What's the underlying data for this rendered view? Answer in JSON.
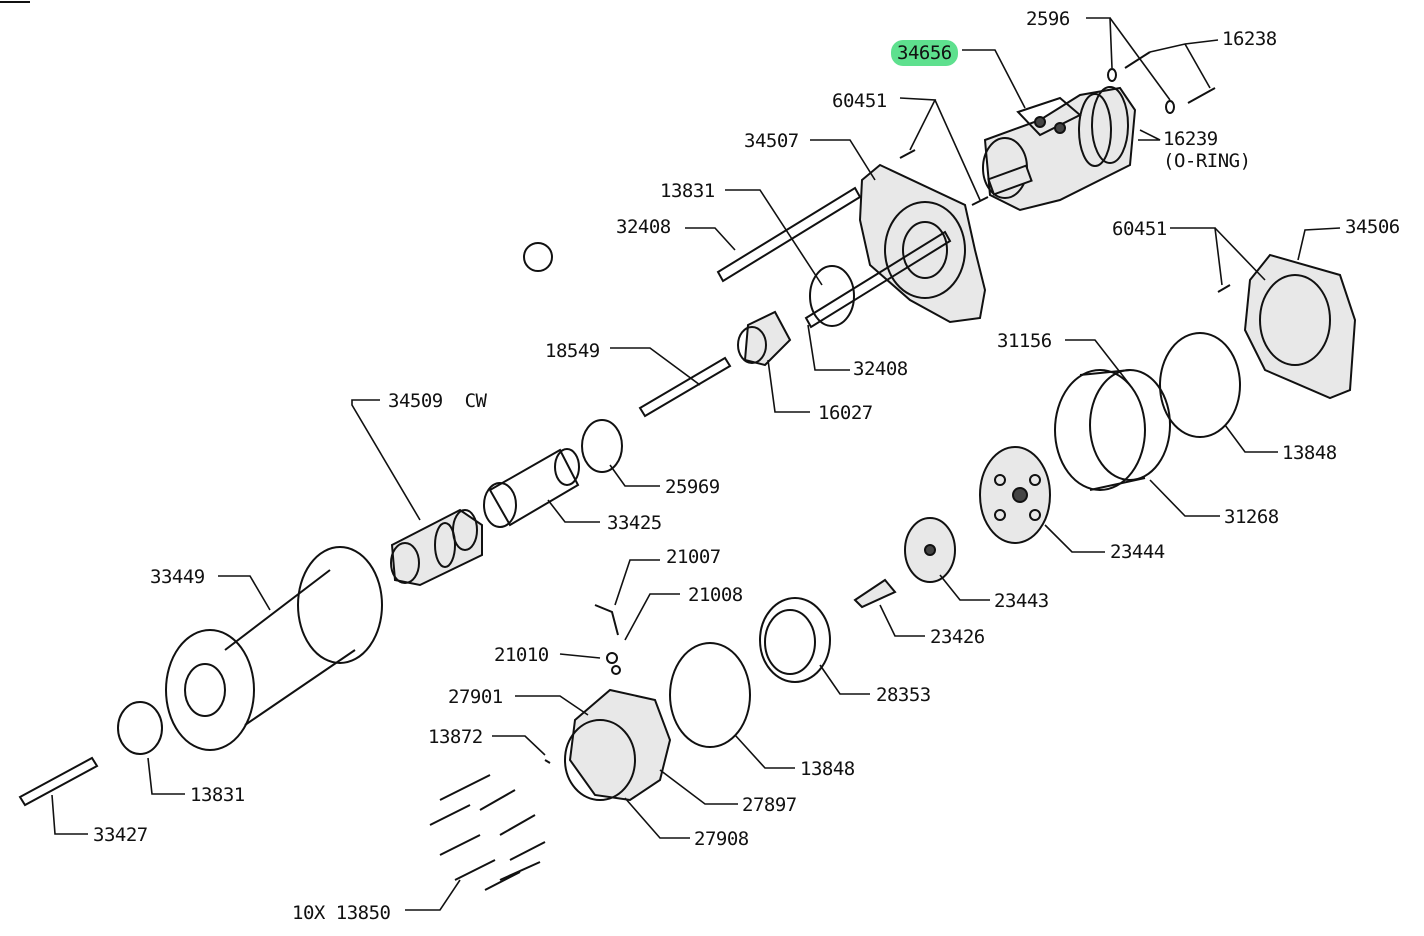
{
  "highlight_color": "#5ee08e",
  "labels": {
    "p2596": "2596",
    "p16238": "16238",
    "p34656": "34656",
    "p60451a": "60451",
    "p34507": "34507",
    "p16239": "16239",
    "p16239b": "(O-RING)",
    "p13831a": "13831",
    "p32408a": "32408",
    "p60451b": "60451",
    "p34506": "34506",
    "p32408b": "32408",
    "p18549": "18549",
    "p31156": "31156",
    "p16027": "16027",
    "p34509": "34509  CW",
    "p13848a": "13848",
    "p25969": "25969",
    "p31268": "31268",
    "p33425": "33425",
    "p23444": "23444",
    "p33449": "33449",
    "p21007": "21007",
    "p23443": "23443",
    "p21008": "21008",
    "p21010": "21010",
    "p23426": "23426",
    "p27901": "27901",
    "p28353": "28353",
    "p13872": "13872",
    "p13848b": "13848",
    "p13831b": "13831",
    "p27897": "27897",
    "p33427": "33427",
    "p27908": "27908",
    "p13850": "10X 13850"
  }
}
